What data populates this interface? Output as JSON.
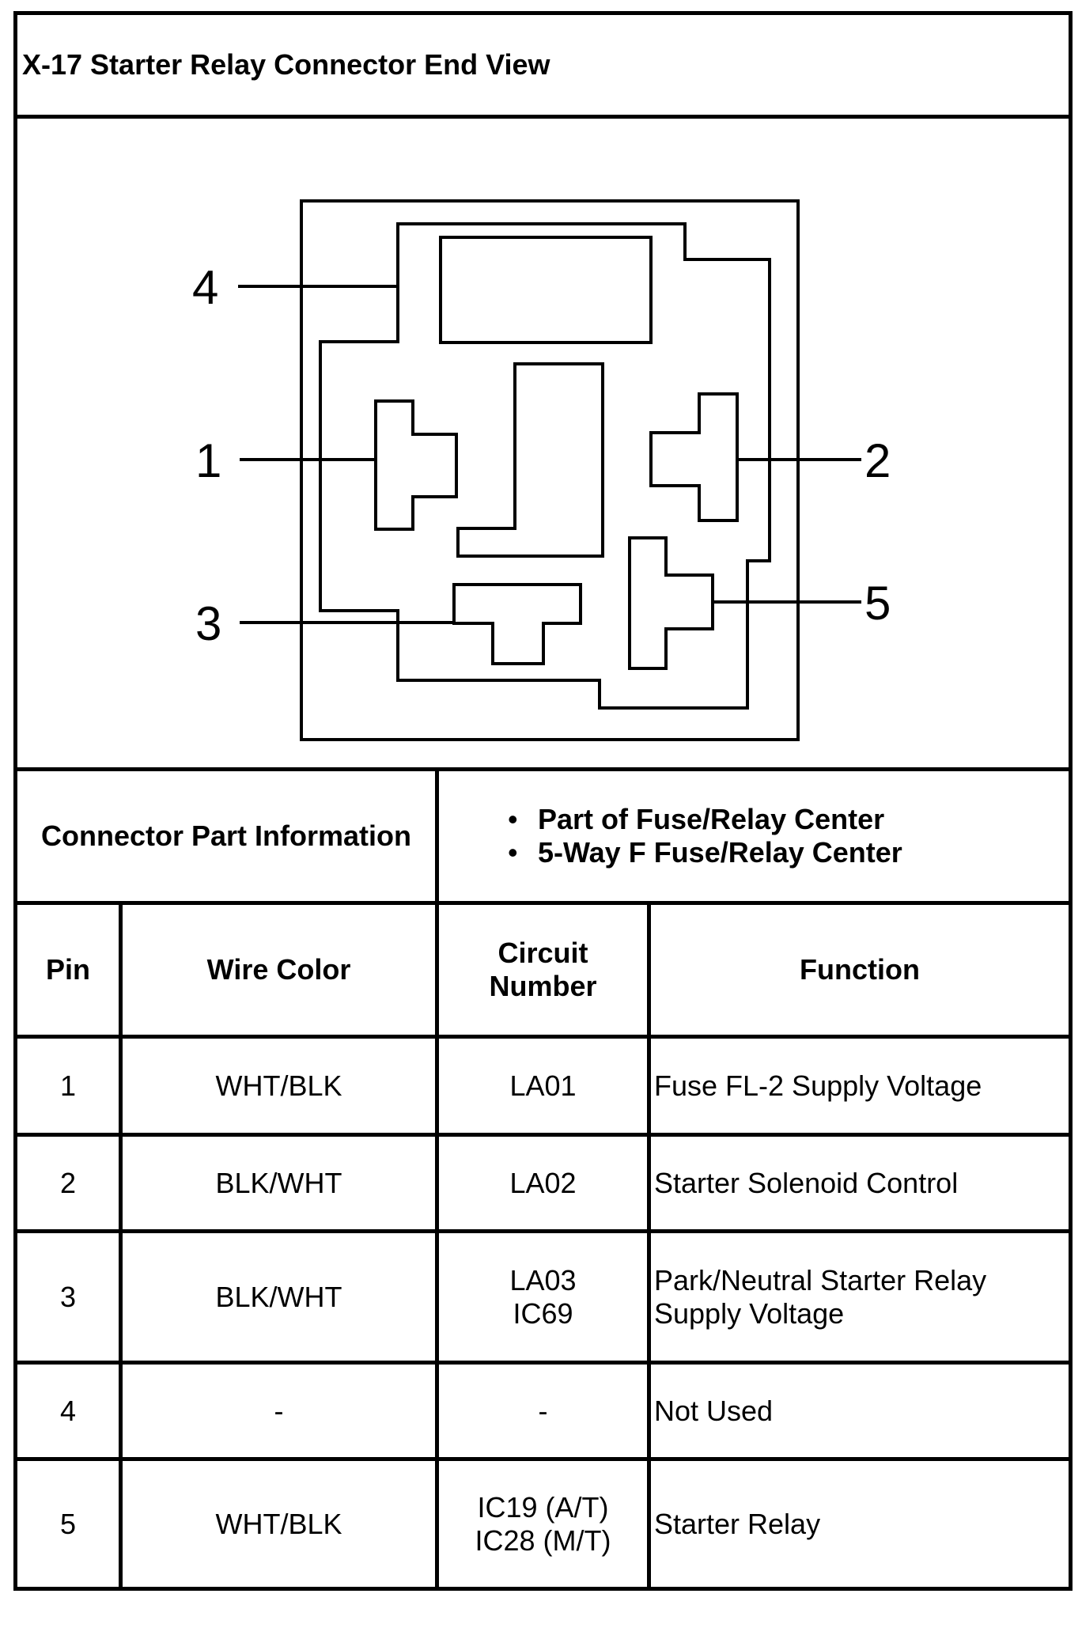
{
  "title": "X-17 Starter Relay Connector End View",
  "diagram": {
    "pin_labels": [
      "4",
      "1",
      "2",
      "3",
      "5"
    ]
  },
  "connector_info": {
    "label": "Connector Part Information",
    "items": [
      "Part of Fuse/Relay Center",
      "5-Way F Fuse/Relay Center"
    ]
  },
  "table": {
    "headers": {
      "pin": "Pin",
      "wire_color": "Wire Color",
      "circuit_line1": "Circuit",
      "circuit_line2": "Number",
      "function": "Function"
    },
    "rows": [
      {
        "pin": "1",
        "wire_color": "WHT/BLK",
        "circuit": [
          "LA01"
        ],
        "function": [
          "Fuse FL-2 Supply Voltage"
        ]
      },
      {
        "pin": "2",
        "wire_color": "BLK/WHT",
        "circuit": [
          "LA02"
        ],
        "function": [
          "Starter Solenoid Control"
        ]
      },
      {
        "pin": "3",
        "wire_color": "BLK/WHT",
        "circuit": [
          "LA03",
          "IC69"
        ],
        "function": [
          "Park/Neutral Starter Relay",
          "Supply Voltage"
        ]
      },
      {
        "pin": "4",
        "wire_color": "-",
        "circuit": [
          "-"
        ],
        "function": [
          "Not Used"
        ]
      },
      {
        "pin": "5",
        "wire_color": "WHT/BLK",
        "circuit": [
          "IC19 (A/T)",
          "IC28 (M/T)"
        ],
        "function": [
          "Starter Relay"
        ]
      }
    ]
  }
}
